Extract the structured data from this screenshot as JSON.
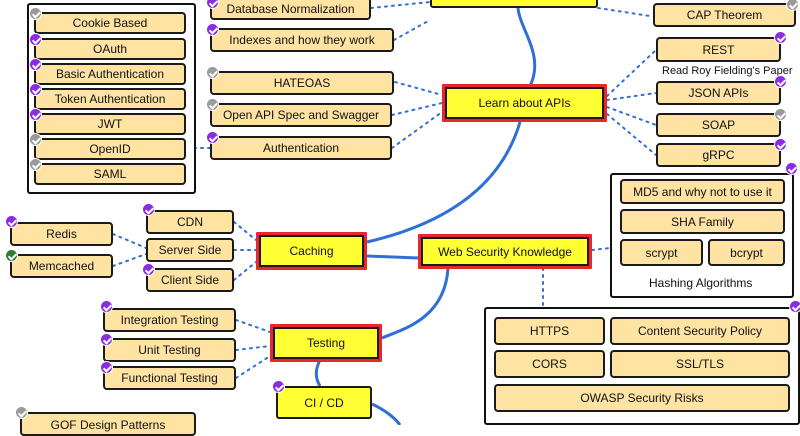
{
  "colors": {
    "personal": "#8b2be2",
    "alternative": "#9a9a9a",
    "done": "#2e7d32",
    "main": "#ffff33",
    "sub": "#fee3a2",
    "path": "#2f6fd6",
    "dotted": "#2f6fd6"
  },
  "auth": {
    "cookie": "Cookie Based",
    "oauth": "OAuth",
    "basic": "Basic Authentication",
    "token": "Token Authentication",
    "jwt": "JWT",
    "openid": "OpenID",
    "saml": "SAML"
  },
  "db": {
    "normalization": "Database Normalization",
    "indexes": "Indexes and how they work"
  },
  "api_topics": {
    "hateoas": "HATEOAS",
    "openapi": "Open API Spec and Swagger",
    "authentication": "Authentication"
  },
  "main": {
    "apis": "Learn about APIs",
    "caching": "Caching",
    "websec": "Web Security Knowledge",
    "testing": "Testing",
    "cicd": "CI / CD"
  },
  "right": {
    "cap": "CAP Theorem",
    "rest": "REST",
    "rest_caption": "Read Roy Fielding's Paper",
    "json": "JSON APIs",
    "soap": "SOAP",
    "grpc": "gRPC"
  },
  "hashing": {
    "md5": "MD5 and why not to use it",
    "sha": "SHA Family",
    "scrypt": "scrypt",
    "bcrypt": "bcrypt",
    "title": "Hashing Algorithms"
  },
  "security": {
    "https": "HTTPS",
    "csp": "Content Security Policy",
    "cors": "CORS",
    "ssl": "SSL/TLS",
    "owasp": "OWASP Security Risks"
  },
  "cache": {
    "cdn": "CDN",
    "server": "Server Side",
    "client": "Client Side",
    "redis": "Redis",
    "memcached": "Memcached"
  },
  "tests": {
    "integration": "Integration Testing",
    "unit": "Unit Testing",
    "functional": "Functional Testing"
  },
  "design": {
    "gof": "GOF Design Patterns"
  }
}
